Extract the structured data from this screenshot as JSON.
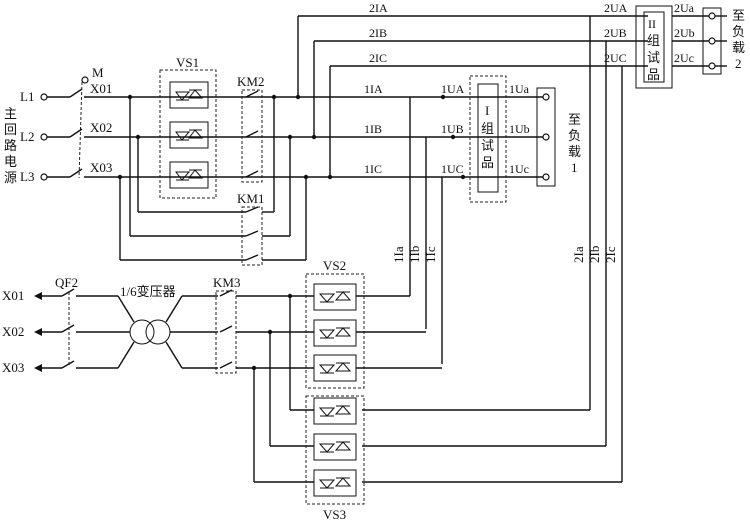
{
  "sources": {
    "phases": [
      "L1",
      "L2",
      "L3"
    ],
    "title_chars": [
      "主",
      "回",
      "路",
      "电",
      "源"
    ]
  },
  "switch_m": "M",
  "buses_main": [
    "X01",
    "X02",
    "X03"
  ],
  "buses_lower": [
    "X01",
    "X02",
    "X03"
  ],
  "qf2": "QF2",
  "transformer": "1/6变压器",
  "groups": {
    "vs1": "VS1",
    "vs2": "VS2",
    "vs3": "VS3",
    "km1": "KM1",
    "km2": "KM2",
    "km3": "KM3"
  },
  "currents_1": [
    "1IA",
    "1IB",
    "1IC"
  ],
  "currents_2": [
    "2IA",
    "2IB",
    "2IC"
  ],
  "voltages_1U": [
    "1UA",
    "1UB",
    "1UC"
  ],
  "voltages_1u": [
    "1Ua",
    "1Ub",
    "1Uc"
  ],
  "voltages_2U": [
    "2UA",
    "2UB",
    "2UC"
  ],
  "voltages_2u": [
    "2Ua",
    "2Ub",
    "2Uc"
  ],
  "vert_labels_1": [
    "1Ia",
    "1Ib",
    "1Ic"
  ],
  "vert_labels_2": [
    "2Ia",
    "2Ib",
    "2Ic"
  ],
  "sample1": {
    "chars": [
      "I",
      "组",
      "试",
      "品"
    ]
  },
  "sample2": {
    "chars": [
      "II",
      "组",
      "试",
      "品"
    ]
  },
  "load1": {
    "chars": [
      "至",
      "负",
      "载",
      "1"
    ]
  },
  "load2": {
    "chars": [
      "至",
      "负",
      "载",
      "2"
    ]
  }
}
